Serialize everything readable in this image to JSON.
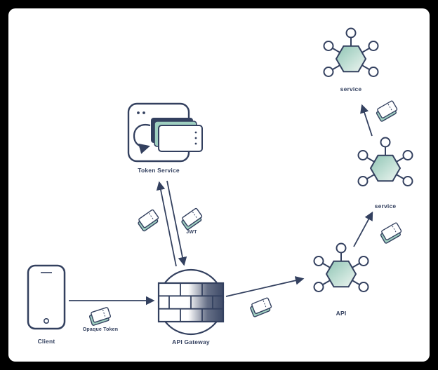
{
  "diagram": {
    "nodes": {
      "client": {
        "label": "Client",
        "icon": "smartphone-icon"
      },
      "api_gateway": {
        "label": "API Gateway",
        "icon": "firewall-brick-wall-icon"
      },
      "token_service": {
        "label": "Token Service",
        "icon": "app-window-ticket-stack-icon"
      },
      "api": {
        "label": "API",
        "icon": "hexagon-microservice-icon"
      },
      "service_mid": {
        "label": "service",
        "icon": "hexagon-microservice-icon"
      },
      "service_top": {
        "label": "service",
        "icon": "hexagon-microservice-icon"
      }
    },
    "edges": [
      {
        "from": "client",
        "to": "api_gateway",
        "token": "Opaque Token",
        "ticket_icon": true
      },
      {
        "from": "api_gateway",
        "to": "token_service",
        "token": "",
        "ticket_icon": true
      },
      {
        "from": "token_service",
        "to": "api_gateway",
        "token": "JWT",
        "ticket_icon": true
      },
      {
        "from": "api_gateway",
        "to": "api",
        "token": "",
        "ticket_icon": true
      },
      {
        "from": "api",
        "to": "service_mid",
        "token": "",
        "ticket_icon": true
      },
      {
        "from": "service_mid",
        "to": "service_top",
        "token": "",
        "ticket_icon": true
      }
    ],
    "colors": {
      "outline": "#33405f",
      "accent_teal": "#9fcfc0",
      "canvas": "#ffffff",
      "frame": "#000000"
    }
  }
}
